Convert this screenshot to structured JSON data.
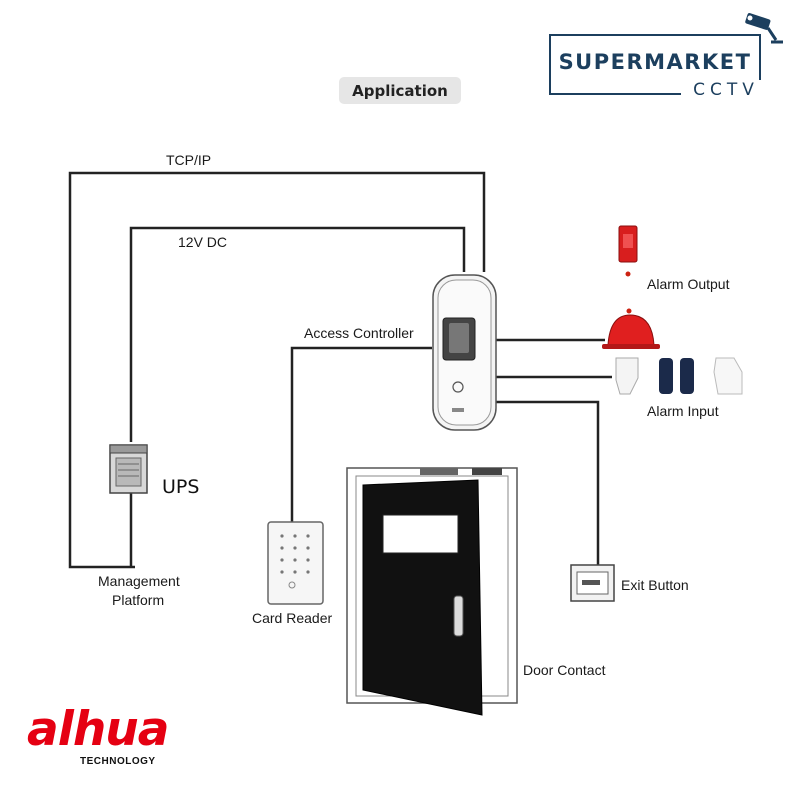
{
  "header": {
    "badge": "Application"
  },
  "brand_logo": {
    "main": "SUPERMARKET",
    "sub": "CCTV",
    "icon": "cctv-camera-icon",
    "color": "#1c3f5e"
  },
  "diagram": {
    "links": {
      "tcp": "TCP/IP",
      "power": "12V DC"
    },
    "components": {
      "access_controller": "Access Controller",
      "ups": "UPS",
      "management_platform": [
        "Management",
        "Platform"
      ],
      "card_reader": "Card Reader",
      "door_contact": "Door Contact",
      "exit_button": "Exit Button",
      "alarm_output": "Alarm Output",
      "alarm_input": "Alarm Input"
    },
    "colors": {
      "line": "#222222",
      "siren": "#e01f1f",
      "door": "#111111"
    }
  },
  "footer_logo": {
    "main": "alhua",
    "sub": "TECHNOLOGY",
    "color": "#e50012"
  }
}
